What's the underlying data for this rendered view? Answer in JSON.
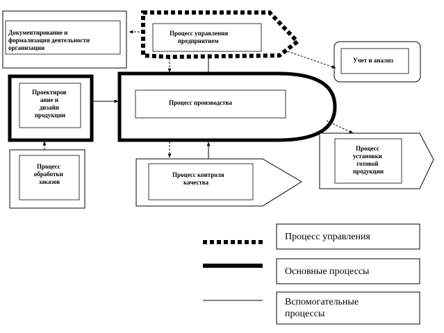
{
  "nodes": {
    "doc_mgmt": "Документирование и формализация деятельности организации",
    "mgmt_process": "Процесс управления предприятием",
    "accounting": "Учет и анализ",
    "design": "Проектирование и дизайн продукции",
    "production": "Процесс производства",
    "order_processing": "Процесс обработки заказов",
    "quality_control": "Процесс контроля качества",
    "installation": "Процесс установки готовой продукции"
  },
  "legend": {
    "management": "Процесс управления",
    "core": "Основные процессы",
    "support": "Вспомогательные процессы"
  }
}
